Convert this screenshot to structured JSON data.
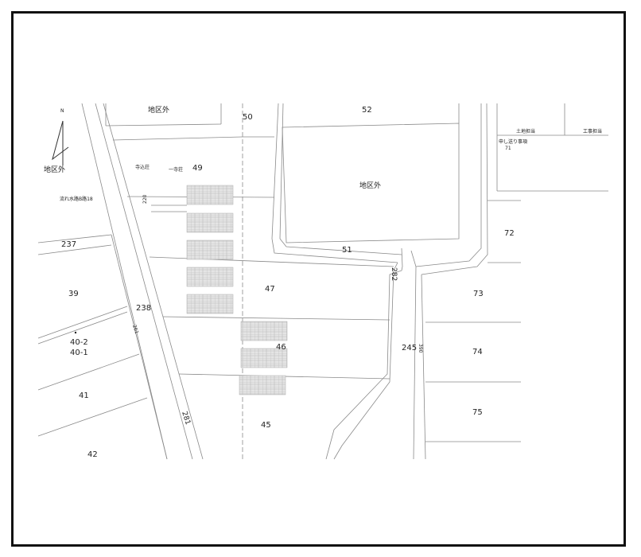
{
  "compass": {
    "north": "N"
  },
  "outside_district_labels": [
    "地区外",
    "地区外",
    "地区外"
  ],
  "road_labels": [
    "281",
    "282",
    "261",
    "220",
    "390"
  ],
  "lot_numbers": [
    "50",
    "52",
    "49",
    "237",
    "51",
    "72",
    "39",
    "47",
    "238",
    "73",
    "40-2",
    "40-1",
    "46",
    "245",
    "74",
    "41",
    "75",
    "45",
    "42"
  ],
  "notes": {
    "land_staff": "土地担当",
    "construction_staff": "工事担当",
    "handover": "申し送り事項",
    "handover_ref": "71",
    "building_a": "寺込荘",
    "building_b": "一寺荘",
    "waterway": "流れ水路B路18"
  }
}
